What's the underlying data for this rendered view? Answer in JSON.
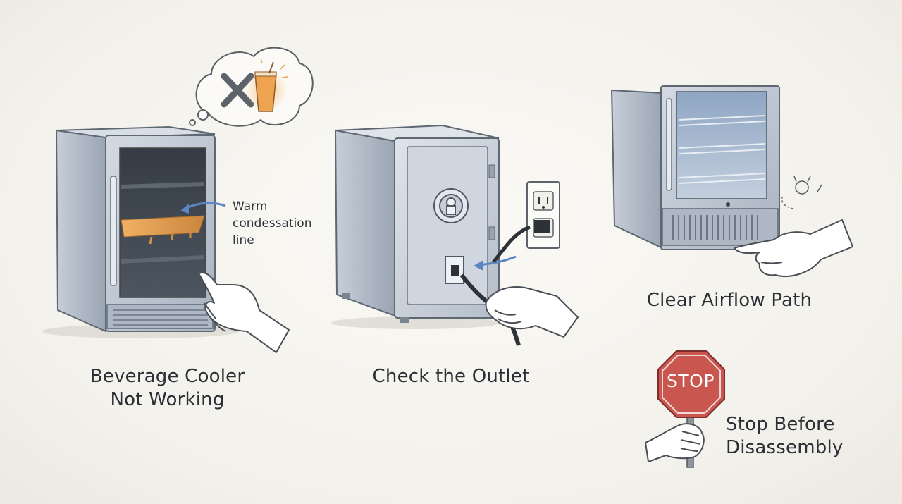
{
  "panels": {
    "cooler": {
      "caption_line1": "Beverage Cooler",
      "caption_line2": "Not Working",
      "annotation_line1": "Warm",
      "annotation_line2": "condessation",
      "annotation_line3": "line",
      "thought_bubble_icons": [
        "x-mark-icon",
        "iced-drink-icon"
      ]
    },
    "outlet": {
      "caption": "Check the Outlet"
    },
    "airflow": {
      "caption": "Clear Airflow Path"
    },
    "stop": {
      "sign_text": "STOP",
      "caption_line1": "Stop Before",
      "caption_line2": "Disassembly"
    }
  },
  "colors": {
    "background": "#f5f3ee",
    "steel": "#b9c3cf",
    "steel_dark": "#7d8896",
    "glass": "#3e4650",
    "warm_glow": "#e8a050",
    "arrow_blue": "#5b86c4",
    "stop_red": "#c9574f",
    "ink": "#2a2e35"
  }
}
